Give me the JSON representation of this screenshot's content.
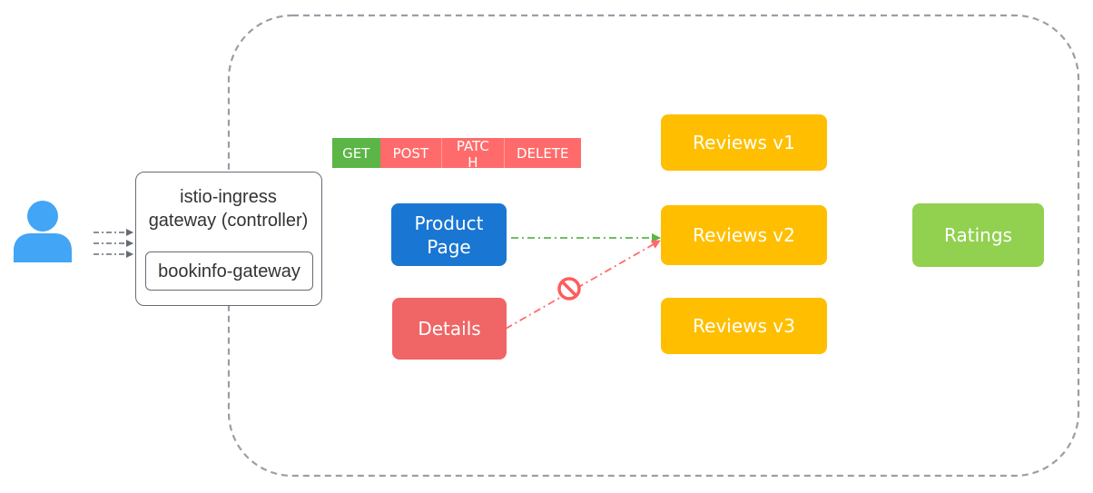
{
  "gateway": {
    "title": "istio-ingress\ngateway (controller)",
    "resource": "bookinfo-gateway"
  },
  "methods": [
    {
      "label": "GET",
      "color": "#5cb547"
    },
    {
      "label": "POST",
      "color": "#ff6b6b"
    },
    {
      "label": "PATC\nH",
      "color": "#ff6b6b"
    },
    {
      "label": "DELETE",
      "color": "#ff6b6b"
    }
  ],
  "services": {
    "productpage": {
      "label": "Product\nPage",
      "color": "#1976d2"
    },
    "details": {
      "label": "Details",
      "color": "#f06565"
    },
    "reviews_v1": {
      "label": "Reviews v1",
      "color": "#ffbf00"
    },
    "reviews_v2": {
      "label": "Reviews v2",
      "color": "#ffbf00"
    },
    "reviews_v3": {
      "label": "Reviews v3",
      "color": "#ffbf00"
    },
    "ratings": {
      "label": "Ratings",
      "color": "#92d050"
    }
  },
  "colors": {
    "user": "#42a5f5",
    "mesh_border": "#9a9ea6",
    "allowed_edge": "#5cb547",
    "denied_edge": "#ff6b6b",
    "forbidden_marker": "#ff5c5c"
  }
}
